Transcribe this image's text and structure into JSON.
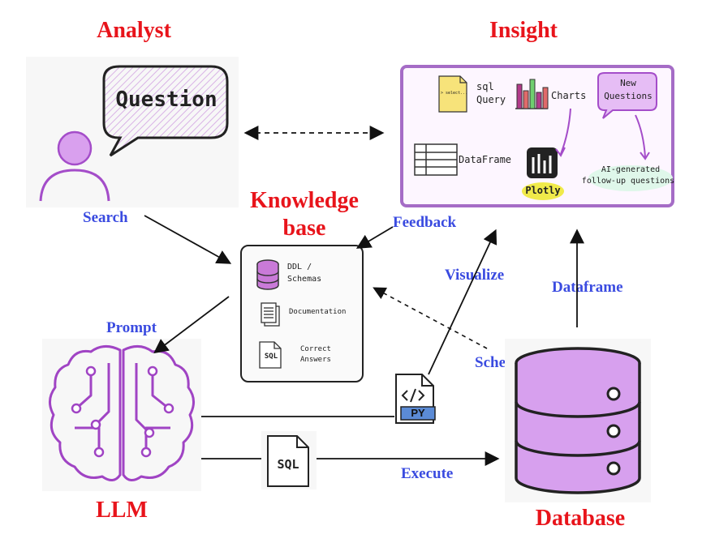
{
  "nodes": {
    "analyst": {
      "title": "Analyst",
      "bubble_text": "Question"
    },
    "insight": {
      "title": "Insight",
      "items": {
        "sql_file": "> select...",
        "sql_query": [
          "sql",
          "Query"
        ],
        "charts": "Charts",
        "new_questions": [
          "New",
          "Questions"
        ],
        "dataframe": "DataFrame",
        "plotly": "Plotly",
        "ai_followups": [
          "AI-generated",
          "follow-up questions"
        ]
      }
    },
    "knowledge_base": {
      "title": [
        "Knowledge",
        "base"
      ],
      "items": {
        "ddl": [
          "DDL /",
          "Schemas"
        ],
        "documentation": "Documentation",
        "sql_icon": "SQL",
        "correct_answers": [
          "Correct",
          "Answers"
        ]
      }
    },
    "llm": {
      "title": "LLM"
    },
    "database": {
      "title": "Database"
    }
  },
  "edges": {
    "search": "Search",
    "feedback": "Feedback",
    "prompt": "Prompt",
    "visualize": "Visualize",
    "dataframe": "Dataframe",
    "schema": "Schema",
    "execute": "Execute"
  },
  "artifacts": {
    "python_file": "PY",
    "sql_file": "SQL"
  },
  "colors": {
    "title_red": "#e8141b",
    "edge_blue": "#3a4be0",
    "purple": "#9b3fc0",
    "lilac_fill": "#d7a0ee"
  }
}
